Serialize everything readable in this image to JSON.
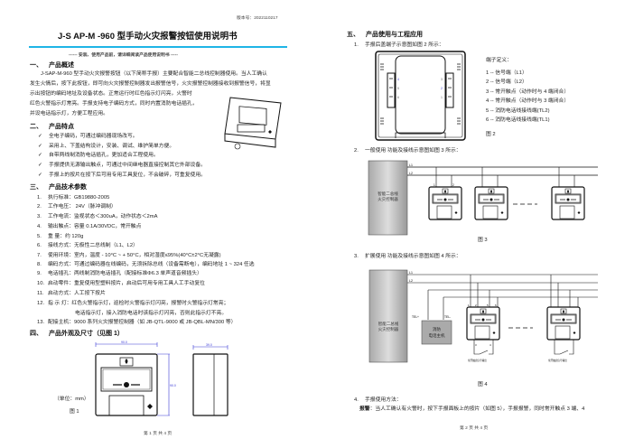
{
  "page1": {
    "version": "版本号：2022110217",
    "title": "J-S AP-M -960 型手动火灾报警按钮使用说明书",
    "subtitle": "------   安装、使用产品前，请详细阅读产品使用说明书   -----",
    "s1": {
      "num": "一、",
      "title": "产品概述",
      "lines": [
        "J-SAP-M-960 型手动火灾报警按钮（以下简称手报）主要配合智能二总线控制器使用。当人工确认",
        "发生火情后，按下此按钮，即可向火灾报警控制器发出报警信号，火灾报警控制器接收到报警信号，将显",
        "示出按钮的编码地址及设备状态。正常运行时红色指示灯闪亮，火警时",
        "红色火警指示灯常亮。手报支持电子编码方式，同时内置消防电话插孔，",
        "并设电话指示灯，方便工程应用。"
      ]
    },
    "s2": {
      "num": "二、",
      "title": "产品特点",
      "check": "✓",
      "items": [
        "全电子编码，可通过编码器现场改写。",
        "采用上、下盖结构设计，安装、调试、维护简单方便。",
        "自带两线制消防电话插孔，更加适合工程使用。",
        "手报提供无源输出触点，可通过中间继电器直接控制其它外部设备。",
        "手报上的按片在按下后可用专用工具复位，不会破碎，可重复使用。"
      ]
    },
    "s3": {
      "num": "三、",
      "title": "产品技术参数",
      "items": [
        {
          "n": "1.",
          "text": "执行标准：GB19880-2005"
        },
        {
          "n": "2.",
          "text": "工作电压： 24V（脉冲调制）"
        },
        {
          "n": "3.",
          "text": "工作电流：监视状态＜300uA，动作状态＜2mA"
        },
        {
          "n": "4.",
          "text": "输出触点：容量 0.1A/30VDC，常开触点"
        },
        {
          "n": "5.",
          "text": "重      量：约 120g"
        },
        {
          "n": "6.",
          "text": "接线方式：无极性二总线制（L1、L2）"
        },
        {
          "n": "7.",
          "text": "使用环境：室内，温度 - 10°C ~ + 50°C，相对湿度≤95%(40°C±2°C无凝露)"
        },
        {
          "n": "8.",
          "text": "编码方式：可通过编码器在线编码，无须拆除总线（设备需断电），编码地址 1 ~ 324 任选"
        },
        {
          "n": "9.",
          "text": "电话插孔：两线制消防电话插孔（配接标准Φ6.3 单声道音频插头）"
        },
        {
          "n": "10.",
          "text": "启动零件：重复使用型塑料按片，启动后可用专用工具人工手动复位"
        },
        {
          "n": "11.",
          "text": "启动方式：人工按下按片"
        },
        {
          "n": "12.",
          "text": "指  示  灯：红色火警指示灯，巡检时火警指示灯闪亮，报警时火警指示灯常亮；"
        },
        {
          "n": "",
          "text": "电话指示灯，接入消防电话时该指示灯闪亮，否则此指示灯不亮。"
        },
        {
          "n": "13.",
          "text": "配接主机：9000 系列火灾报警控制器（如 JB-QTL-9000 或 JB-QBL-MN/300 等）"
        }
      ]
    },
    "s4": {
      "num": "四、",
      "title": "产品外观及尺寸（见图 1）"
    },
    "fig1": {
      "unit": "（单位：mm）",
      "caption": "图 1",
      "dim_w": "90.0",
      "dim_h": "90.0",
      "dim_d": "39.0"
    },
    "footer": "第 1 页 共 4 页"
  },
  "page2": {
    "s5": {
      "num": "五、",
      "title": "产品使用与工程应用"
    },
    "step1": {
      "n": "1.",
      "text": "手报后盖端子示意图如图 2 所示："
    },
    "fig2": {
      "def_title": "端子定义：",
      "defs": [
        "1 -- 信号端（L1）",
        "2 -- 信号端（L2）",
        "3 -- 常开触点（动作时与 4 端闭合）",
        "4 -- 常开触点（动作时与 3 端闭合）",
        "5 -- 消防电话线接线端(TL2)",
        "6 -- 消防电话线接线端(TL1)"
      ],
      "caption": "图 2",
      "terminals_left": [
        "4",
        "5",
        "6"
      ],
      "terminals_right": [
        "3",
        "2",
        "1"
      ]
    },
    "step2": {
      "n": "2.",
      "text": "一般使用   功能及接线示意图如图 3 所示："
    },
    "fig3": {
      "controller": [
        "智能二总线",
        "火灾控制器"
      ],
      "l1": "L1",
      "l2": "L2",
      "t1": "1",
      "t2": "2",
      "caption": "图 3"
    },
    "step3": {
      "n": "3.",
      "text": "扩展使用   功能及接线示意图如图 4 所示："
    },
    "fig4": {
      "controller": [
        "智能二总线",
        "火灾控制器"
      ],
      "l1": "L1",
      "l2": "L2",
      "phone": [
        "消防",
        "电话主机"
      ],
      "tel_plus": "TEL+",
      "tel_minus": "TEL-",
      "terms": [
        "1",
        "2",
        "5",
        "6"
      ],
      "out3": "3",
      "out4": "4",
      "out_label": "常开触点信号输出",
      "caption": "图 4"
    },
    "step4": {
      "n": "4.",
      "text": "手报使用方法："
    },
    "alarm": {
      "label": "报警",
      "text": "：当人工确认有火警时，按下手报面板上的按片（如图 5），手报报警，同时常开触点 3 端、4"
    },
    "footer": "第 2 页 共 4 页"
  },
  "colors": {
    "accent": "#1fb5e6",
    "dimension": "#3b3bd6"
  }
}
